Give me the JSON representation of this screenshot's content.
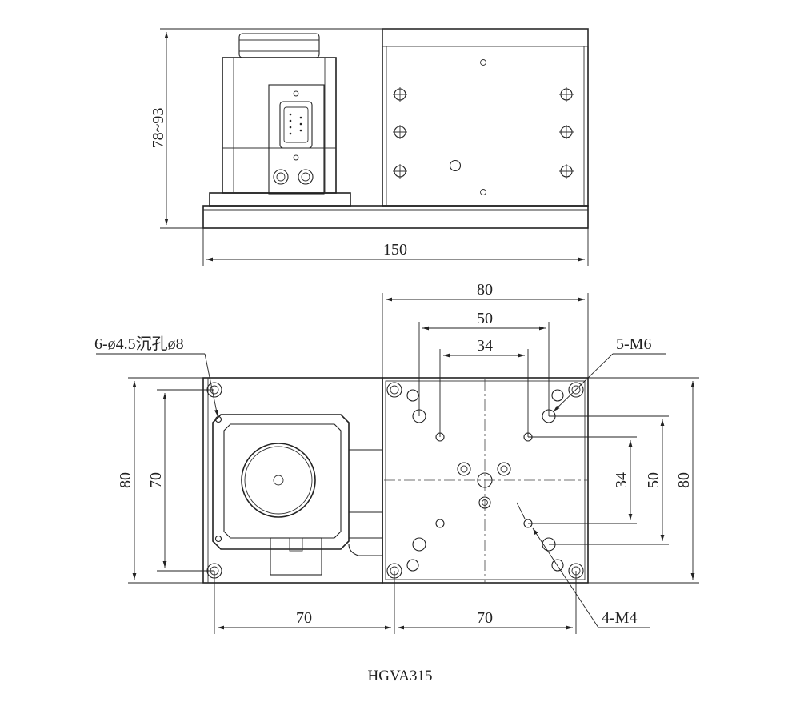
{
  "top_view": {
    "height_dim": "78~93",
    "width_dim": "150"
  },
  "bottom_view": {
    "dim_top_80": "80",
    "dim_top_50": "50",
    "dim_top_34": "34",
    "dim_left_80": "80",
    "dim_left_70": "70",
    "dim_right_34": "34",
    "dim_right_50": "50",
    "dim_right_80": "80",
    "dim_bottom_left_70": "70",
    "dim_bottom_right_70": "70",
    "callout_counterbore": "6-ø4.5沉孔ø8",
    "callout_m6": "5-M6",
    "callout_m4": "4-M4"
  },
  "model": "HGVA315"
}
